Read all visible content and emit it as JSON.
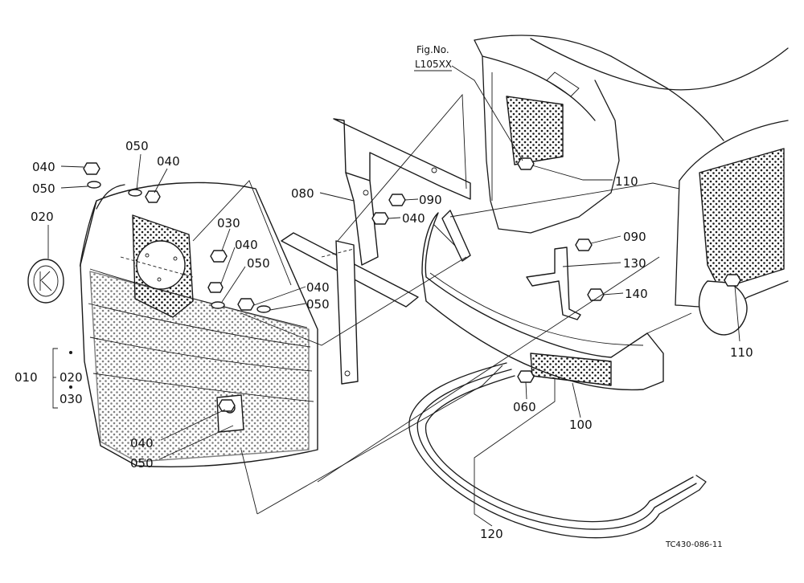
{
  "figure": {
    "fig_ref_title": "Fig.No.",
    "fig_ref_number": "L105XX",
    "drawing_code": "TC430-086-11"
  },
  "callouts": [
    {
      "id": "c-040-a",
      "text": "040"
    },
    {
      "id": "c-050-a",
      "text": "050"
    },
    {
      "id": "c-020-a",
      "text": "020"
    },
    {
      "id": "c-050-b",
      "text": "050"
    },
    {
      "id": "c-040-b",
      "text": "040"
    },
    {
      "id": "c-030-a",
      "text": "030"
    },
    {
      "id": "c-040-c",
      "text": "040"
    },
    {
      "id": "c-050-c",
      "text": "050"
    },
    {
      "id": "c-040-d",
      "text": "040"
    },
    {
      "id": "c-050-d",
      "text": "050"
    },
    {
      "id": "c-080",
      "text": "080"
    },
    {
      "id": "c-090-a",
      "text": "090"
    },
    {
      "id": "c-040-e",
      "text": "040"
    },
    {
      "id": "c-010",
      "text": "010"
    },
    {
      "id": "c-020-b",
      "text": "020"
    },
    {
      "id": "c-030-b",
      "text": "030"
    },
    {
      "id": "c-040-f",
      "text": "040"
    },
    {
      "id": "c-050-e",
      "text": "050"
    },
    {
      "id": "c-110-a",
      "text": "110"
    },
    {
      "id": "c-090-b",
      "text": "090"
    },
    {
      "id": "c-130",
      "text": "130"
    },
    {
      "id": "c-140",
      "text": "140"
    },
    {
      "id": "c-110-b",
      "text": "110"
    },
    {
      "id": "c-060",
      "text": "060"
    },
    {
      "id": "c-100",
      "text": "100"
    },
    {
      "id": "c-120",
      "text": "120"
    }
  ]
}
